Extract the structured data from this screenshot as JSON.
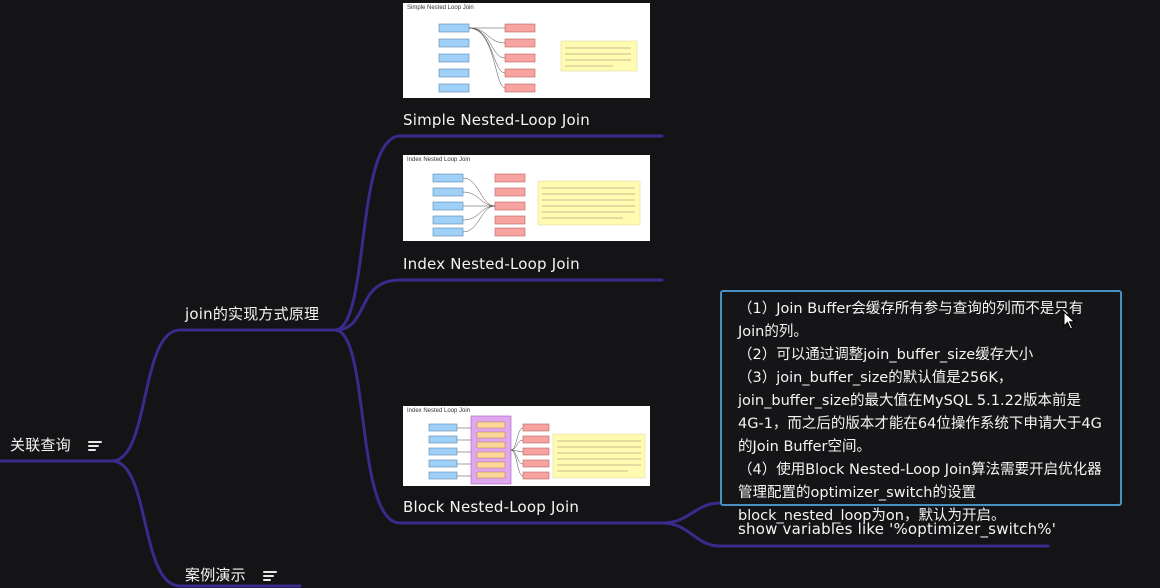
{
  "root": {
    "label": "关联查询"
  },
  "branches": {
    "join_principles": {
      "label": "join的实现方式原理"
    },
    "case_demo": {
      "label": "案例演示"
    }
  },
  "leaves": {
    "simple": {
      "label": "Simple Nested-Loop Join",
      "thumb_title": "Simple Nested Loop Join"
    },
    "index": {
      "label": "Index Nested-Loop Join",
      "thumb_title": "Index Nested Loop Join"
    },
    "block": {
      "label": "Block Nested-Loop Join",
      "thumb_title": "Index Nested Loop Join"
    }
  },
  "note": {
    "lines": [
      "（1）Join Buffer会缓存所有参与查询的列而不是只有Join的列。",
      "（2）可以通过调整join_buffer_size缓存大小",
      "（3）join_buffer_size的默认值是256K，join_buffer_size的最大值在MySQL 5.1.22版本前是4G-1，而之后的版本才能在64位操作系统下申请大于4G的Join Buffer空间。",
      "（4）使用Block Nested-Loop Join算法需要开启优化器管理配置的optimizer_switch的设置block_nested_loop为on，默认为开启。"
    ]
  },
  "command": {
    "label": "show variables like '%optimizer_switch%'"
  },
  "colors": {
    "background": "#141416",
    "link": "#3a2a8c",
    "note_border": "#4a8fc4",
    "table_a": "#9fd0f7",
    "table_b": "#f7a3a0",
    "buffer": "#e0a6f0",
    "sticky": "#fffbb0"
  },
  "icons": [
    "menu-lines-icon",
    "mouse-cursor-icon"
  ]
}
